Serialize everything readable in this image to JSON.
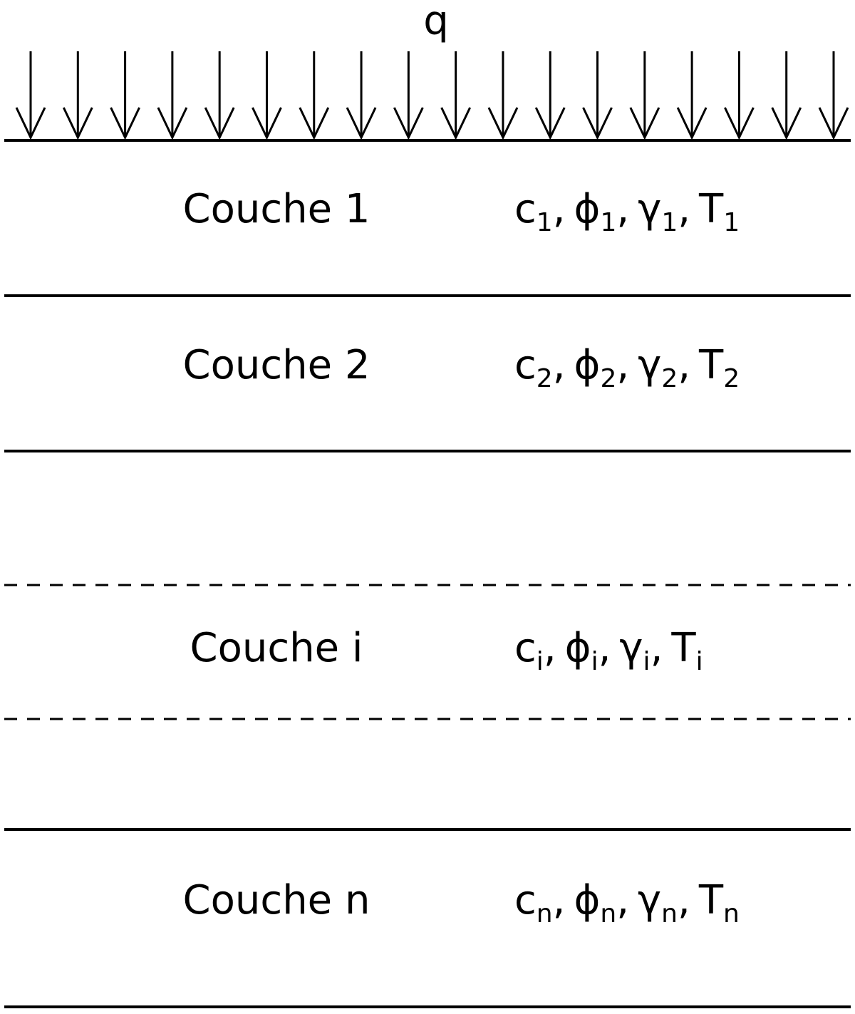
{
  "load": {
    "label": "q",
    "arrow_count": 18
  },
  "layers": [
    {
      "name": "Couche 1",
      "props": [
        {
          "sym": "c",
          "sub": "1"
        },
        {
          "sym": "ϕ",
          "sub": "1"
        },
        {
          "sym": "γ",
          "sub": "1"
        },
        {
          "sym": "T",
          "sub": "1"
        }
      ]
    },
    {
      "name": "Couche 2",
      "props": [
        {
          "sym": "c",
          "sub": "2"
        },
        {
          "sym": "ϕ",
          "sub": "2"
        },
        {
          "sym": "γ",
          "sub": "2"
        },
        {
          "sym": "T",
          "sub": "2"
        }
      ]
    },
    {
      "name": "Couche i",
      "props": [
        {
          "sym": "c",
          "sub": "i"
        },
        {
          "sym": "ϕ",
          "sub": "i"
        },
        {
          "sym": "γ",
          "sub": "i"
        },
        {
          "sym": "T",
          "sub": "i"
        }
      ]
    },
    {
      "name": "Couche n",
      "props": [
        {
          "sym": "c",
          "sub": "n"
        },
        {
          "sym": "ϕ",
          "sub": "n"
        },
        {
          "sym": "γ",
          "sub": "n"
        },
        {
          "sym": "T",
          "sub": "n"
        }
      ]
    }
  ],
  "boundaries": [
    {
      "style": "solid"
    },
    {
      "style": "solid"
    },
    {
      "style": "solid"
    },
    {
      "style": "dashed"
    },
    {
      "style": "dashed"
    },
    {
      "style": "solid"
    },
    {
      "style": "solid"
    }
  ],
  "colors": {
    "line": "#000000",
    "background": "#ffffff"
  }
}
